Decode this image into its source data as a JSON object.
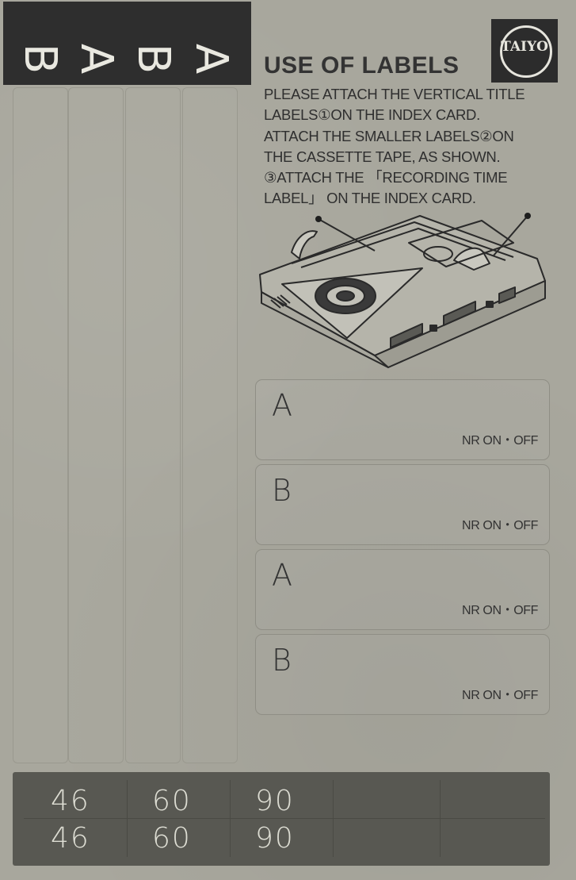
{
  "spine": {
    "letters": [
      "B",
      "A",
      "B",
      "A"
    ]
  },
  "logo": {
    "text": "TAIYO"
  },
  "instructions": {
    "title": "USE OF LABELS",
    "lines": [
      "PLEASE ATTACH THE VERTICAL TITLE",
      "LABELS①ON THE INDEX CARD.",
      "ATTACH THE SMALLER LABELS②ON",
      "THE CASSETTE TAPE, AS SHOWN.",
      "③ATTACH  THE 「RECORDING TIME",
      "LABEL」 ON THE  INDEX CARD."
    ]
  },
  "small_labels": [
    {
      "letter": "A",
      "nr": "NR ON・OFF"
    },
    {
      "letter": "B",
      "nr": "NR ON・OFF"
    },
    {
      "letter": "A",
      "nr": "NR ON・OFF"
    },
    {
      "letter": "B",
      "nr": "NR ON・OFF"
    }
  ],
  "recording_time": {
    "rows": [
      [
        "46",
        "60",
        "90"
      ],
      [
        "46",
        "60",
        "90"
      ]
    ]
  },
  "colors": {
    "card": "#a8a79d",
    "dark_panel": "#2e2e2e",
    "time_panel": "#585852",
    "ink": "#333333"
  }
}
